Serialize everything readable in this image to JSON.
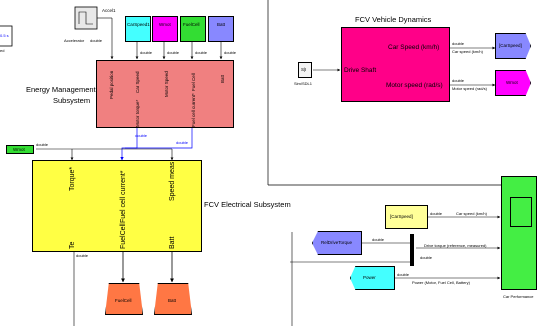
{
  "top_left": {
    "partial_number": "0.5 s",
    "partial_label": "ed"
  },
  "inputs": {
    "accelerator_label": "Accelerator",
    "accelerator_type": "double",
    "accel_tag": "Accel1",
    "carspeed_tag": "CarSpeed1",
    "wmot_tag": "Wmot",
    "fuelcell_tag": "FuelCell",
    "batt_tag": "Batt"
  },
  "energy_management": {
    "title_line1": "Energy Management",
    "title_line2": "Subsystem",
    "ports": [
      "Pedal position",
      "Car Speed",
      "Motor Speed",
      "Fuel Cell",
      "Batt"
    ],
    "out_ports": [
      "Motor torque*",
      "Fuel cell current*"
    ],
    "signal_type": "double"
  },
  "wmot_input": {
    "tag": "Wmot",
    "type": "double"
  },
  "electrical": {
    "title": "FCV Electrical Subsystem",
    "in_ports": [
      "Torque*",
      "Fuel cell current*",
      "Speed meas"
    ],
    "out_ports": [
      "Te",
      "FuelCell",
      "Batt"
    ],
    "out_type": "double",
    "goto_fuelcell": "FuelCell",
    "goto_batt": "Batt"
  },
  "vehicle_dynamics": {
    "title": "FCV Vehicle Dynamics",
    "in_port": "Drive Shaft",
    "out_car_speed": "Car Speed (km/h)",
    "out_motor_speed": "Motor speed (rad/s)",
    "converter_label": "Sim/SDL1",
    "converter_units": "S|I",
    "sig_type1": "double",
    "sig_label1": "Car speed (km/h)",
    "sig_type2": "double",
    "sig_label2": "Motor speed (rad/s)",
    "goto_carspeed": "[CarSpeed]",
    "goto_wmot": "Wmot"
  },
  "scope_area": {
    "from_carspeed": "[CarSpeed]",
    "carspeed_type": "double",
    "carspeed_label": "Car speed (km/h)",
    "from_reldrive": "RelDriveTorque",
    "reldrive_type": "double",
    "drive_label": "Drive torque (reference, measured)",
    "mux_type": "double",
    "from_power": "Power",
    "power_type": "double",
    "power_label": "Power (Motor, Fuel Cell, Battery)",
    "scope_label": "Car Performance"
  },
  "colors": {
    "salmon": "#f08080",
    "yellow": "#ffff44",
    "magenta": "#ff0088",
    "cyan": "#44ffff",
    "green": "#33dd33",
    "purple": "#8888ff",
    "orange": "#ff7744",
    "lightyellow": "#ffff99",
    "blue_line": "#0000ff",
    "scope_green": "#44ee44"
  }
}
